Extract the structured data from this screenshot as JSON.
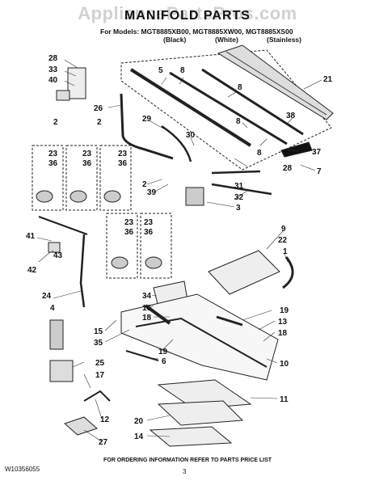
{
  "header": {
    "watermark": "AppliancePartsPros.com",
    "title": "MANIFOLD PARTS",
    "models": "For Models: MGT8885XB00, MGT8885XW00, MGT8885XS00",
    "colors": [
      "(Black)",
      "(White)",
      "(Stainless)"
    ]
  },
  "callouts": [
    {
      "id": "c28a",
      "text": "28"
    },
    {
      "id": "c33",
      "text": "33"
    },
    {
      "id": "c40",
      "text": "40"
    },
    {
      "id": "c5",
      "text": "5"
    },
    {
      "id": "c8a",
      "text": "8"
    },
    {
      "id": "c21",
      "text": "21"
    },
    {
      "id": "c26",
      "text": "26"
    },
    {
      "id": "c8b",
      "text": "8"
    },
    {
      "id": "c38",
      "text": "38"
    },
    {
      "id": "c2a",
      "text": "2"
    },
    {
      "id": "c2b",
      "text": "2"
    },
    {
      "id": "c29",
      "text": "29"
    },
    {
      "id": "c30",
      "text": "30"
    },
    {
      "id": "c8c",
      "text": "8"
    },
    {
      "id": "c8d",
      "text": "8"
    },
    {
      "id": "c37",
      "text": "37"
    },
    {
      "id": "c23a",
      "text": "23"
    },
    {
      "id": "c36a",
      "text": "36"
    },
    {
      "id": "c23b",
      "text": "23"
    },
    {
      "id": "c36b",
      "text": "36"
    },
    {
      "id": "c23c",
      "text": "23"
    },
    {
      "id": "c36c",
      "text": "36"
    },
    {
      "id": "c28b",
      "text": "28"
    },
    {
      "id": "c7",
      "text": "7"
    },
    {
      "id": "c2c",
      "text": "2"
    },
    {
      "id": "c39",
      "text": "39"
    },
    {
      "id": "c31",
      "text": "31"
    },
    {
      "id": "c32",
      "text": "32"
    },
    {
      "id": "c3",
      "text": "3"
    },
    {
      "id": "c23d",
      "text": "23"
    },
    {
      "id": "c36d",
      "text": "36"
    },
    {
      "id": "c23e",
      "text": "23"
    },
    {
      "id": "c36e",
      "text": "36"
    },
    {
      "id": "c9",
      "text": "9"
    },
    {
      "id": "c22",
      "text": "22"
    },
    {
      "id": "c1",
      "text": "1"
    },
    {
      "id": "c41",
      "text": "41"
    },
    {
      "id": "c42",
      "text": "42"
    },
    {
      "id": "c43",
      "text": "43"
    },
    {
      "id": "c24",
      "text": "24"
    },
    {
      "id": "c34",
      "text": "34"
    },
    {
      "id": "c16",
      "text": "16"
    },
    {
      "id": "c4",
      "text": "4"
    },
    {
      "id": "c18a",
      "text": "18"
    },
    {
      "id": "c15",
      "text": "15"
    },
    {
      "id": "c35",
      "text": "35"
    },
    {
      "id": "c19a",
      "text": "19"
    },
    {
      "id": "c13",
      "text": "13"
    },
    {
      "id": "c18b",
      "text": "18"
    },
    {
      "id": "c19b",
      "text": "19"
    },
    {
      "id": "c6",
      "text": "6"
    },
    {
      "id": "c25",
      "text": "25"
    },
    {
      "id": "c17",
      "text": "17"
    },
    {
      "id": "c10",
      "text": "10"
    },
    {
      "id": "c11",
      "text": "11"
    },
    {
      "id": "c12",
      "text": "12"
    },
    {
      "id": "c20",
      "text": "20"
    },
    {
      "id": "c14",
      "text": "14"
    },
    {
      "id": "c27",
      "text": "27"
    }
  ],
  "footer": {
    "note": "FOR ORDERING INFORMATION REFER TO PARTS PRICE LIST",
    "part_number": "W10356055",
    "page": "3"
  }
}
